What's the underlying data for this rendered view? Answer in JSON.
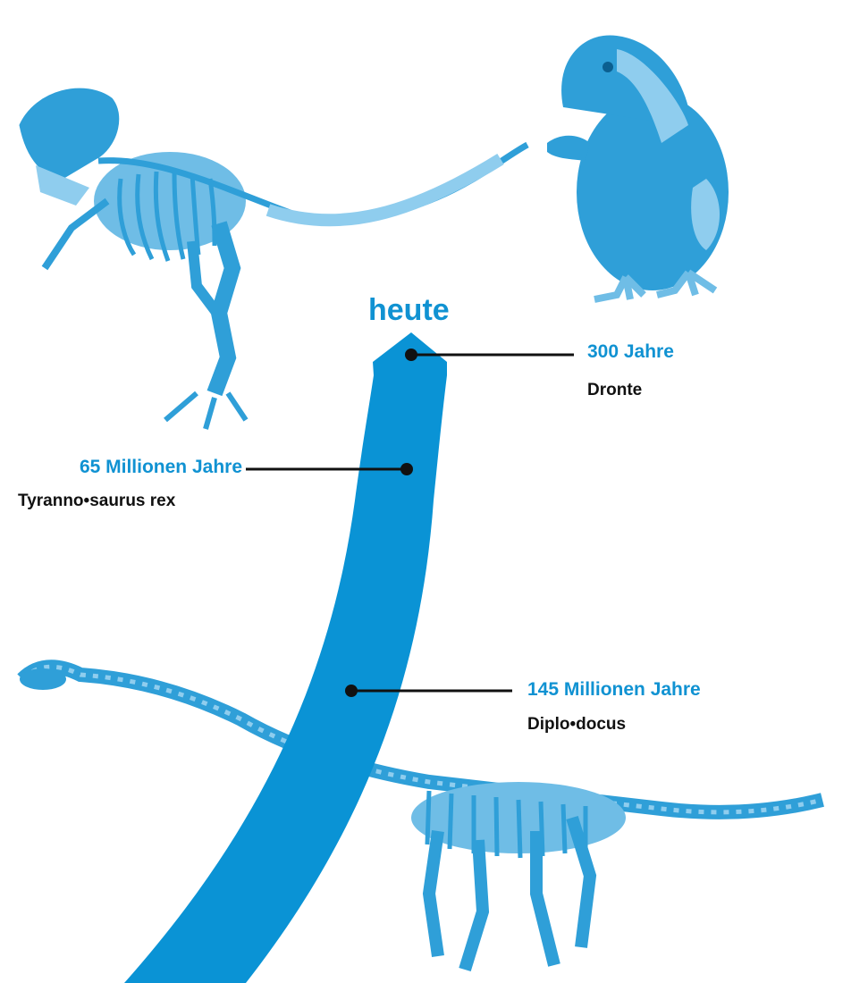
{
  "colors": {
    "timeline": "#0a93d5",
    "label_blue": "#1092d2",
    "text_black": "#111111",
    "illustration": "#2f9fd8",
    "illustration_light": "#8fcdee"
  },
  "timeline": {
    "top_label": "heute",
    "events": [
      {
        "time": "300 Jahre",
        "name": "Dronte",
        "illustration": "dodo-bird"
      },
      {
        "time": "65 Millionen Jahre",
        "name": "Tyranno•saurus rex",
        "illustration": "t-rex-skeleton"
      },
      {
        "time": "145 Millionen Jahre",
        "name": "Diplo•docus",
        "illustration": "diplodocus-skeleton"
      }
    ]
  }
}
